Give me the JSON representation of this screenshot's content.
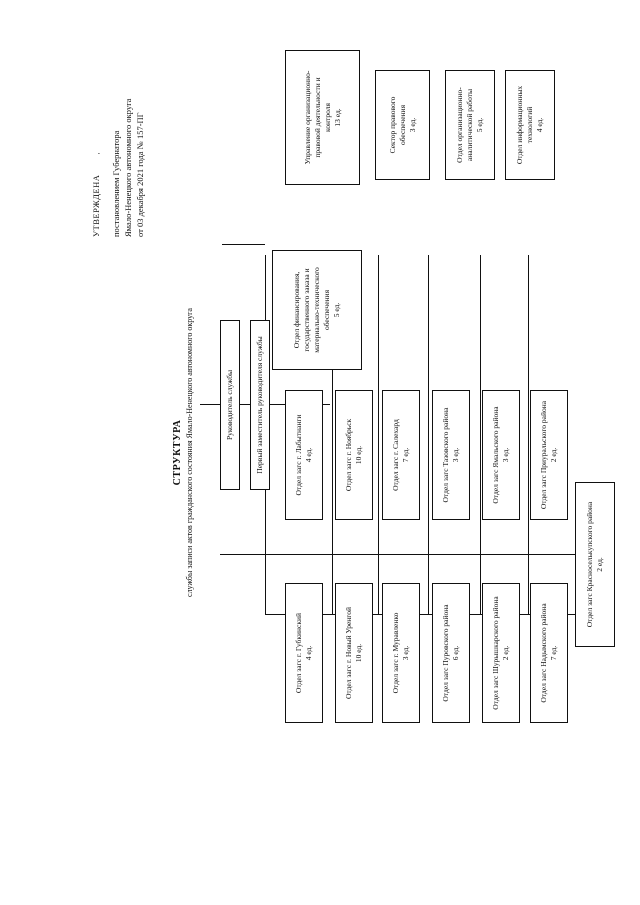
{
  "approval": {
    "title": "УТВЕРЖДЕНА",
    "line1": "постановлением Губернатора",
    "line2": "Ямало-Ненецкого автономного округа",
    "line3": "от 03 декабря 2021 года № 157-ПГ",
    "mark": "·"
  },
  "structure": {
    "title": "СТРУКТУРА",
    "subtitle": "службы записи актов гражданского состояния Ямало-Ненецкого автономного округа"
  },
  "boxes": {
    "head": {
      "line1": "Руководитель службы"
    },
    "first_deputy": {
      "line1": "Первый заместитель руководителя службы"
    },
    "management": {
      "line1": "Управление организационно-",
      "line2": "правовой деятельности и",
      "line3": "контроля",
      "line4": "13 ед."
    },
    "legal": {
      "line1": "Сектор правового",
      "line2": "обеспечения",
      "line3": "3 ед."
    },
    "analytic": {
      "line1": "Отдел организационно-",
      "line2": "аналитической работы",
      "line3": "5 ед."
    },
    "it": {
      "line1": "Отдел информационных",
      "line2": "технологий",
      "line3": "4 ед."
    },
    "finance": {
      "line1": "Отдел финансирования,",
      "line2": "государственного заказа и",
      "line3": "материально-технического",
      "line4": "обеспечения",
      "line5": "5 ед."
    },
    "labytnangi": {
      "line1": "Отдел загс г. Лабытнанги",
      "line2": "4 ед."
    },
    "noyabrsk": {
      "line1": "Отдел загс г. Ноябрьск",
      "line2": "10 ед."
    },
    "salekhard": {
      "line1": "Отдел загс г. Салехард",
      "line2": "7 ед."
    },
    "tazovsky": {
      "line1": "Отдел загс Тазовского района",
      "line2": "3 ед."
    },
    "yamalsky": {
      "line1": "Отдел загс Ямальского района",
      "line2": "3 ед."
    },
    "priuralsky": {
      "line1": "Отдел загс Приуральского района",
      "line2": "2 ед."
    },
    "gubkinsky": {
      "line1": "Отдел загс г. Губкинский",
      "line2": "4 ед."
    },
    "novy_urengoy": {
      "line1": "Отдел загс г. Новый Уренгой",
      "line2": "10 ед."
    },
    "muravlenko": {
      "line1": "Отдел загс г. Муравленко",
      "line2": "3 ед."
    },
    "purovsky": {
      "line1": "Отдел загс Пуровского района",
      "line2": "6 ед."
    },
    "shuryshkarsky": {
      "line1": "Отдел загс Шурышкарского района",
      "line2": "2 ед."
    },
    "nadymsky": {
      "line1": "Отдел загс Надымского района",
      "line2": "7 ед."
    },
    "krasnoselkupsky": {
      "line1": "Отдел загс Красноселькупского района",
      "line2": "2 ед."
    }
  }
}
